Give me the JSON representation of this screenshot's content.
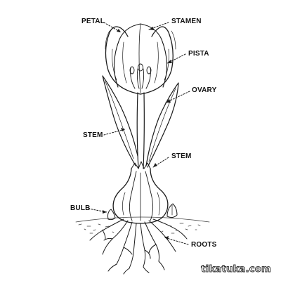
{
  "labels": {
    "petal": "PETAL",
    "stamen": "STAMEN",
    "pista": "PISTA",
    "ovary": "OVARY",
    "stem_left": "STEM",
    "stem_right": "STEM",
    "bulb": "BULB",
    "roots": "ROOTS"
  },
  "watermark": "tikatuka.com",
  "colors": {
    "line": "#1a1a1a",
    "soil": "#444444",
    "background": "#ffffff"
  }
}
